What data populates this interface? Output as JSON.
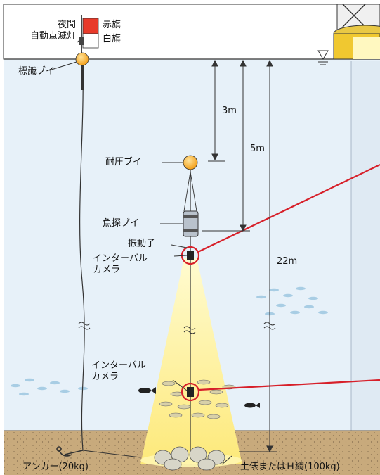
{
  "flags": {
    "red": "赤旗",
    "white": "白旗"
  },
  "labels": {
    "night_light": "夜間\n自動点滅灯",
    "marker_buoy": "標識ブイ",
    "pressure_buoy": "耐圧ブイ",
    "fish_finder_buoy": "魚探ブイ",
    "transducer": "振動子",
    "interval_camera_upper": "インターバル\nカメラ",
    "interval_camera_lower": "インターバル\nカメラ",
    "anchor": "アンカー(20kg)",
    "sandbag": "土俵またはＨ綱(100kg)"
  },
  "depths": {
    "d1": "3m",
    "d2": "5m",
    "d3": "22m"
  },
  "colors": {
    "water": "#e7f1f9",
    "seabed": "#c8aa7c",
    "light_beam": "#fff3a0",
    "callout_red": "#d7202a",
    "buoy_orange": "#f7a21b",
    "flag_red": "#e83a2a"
  }
}
